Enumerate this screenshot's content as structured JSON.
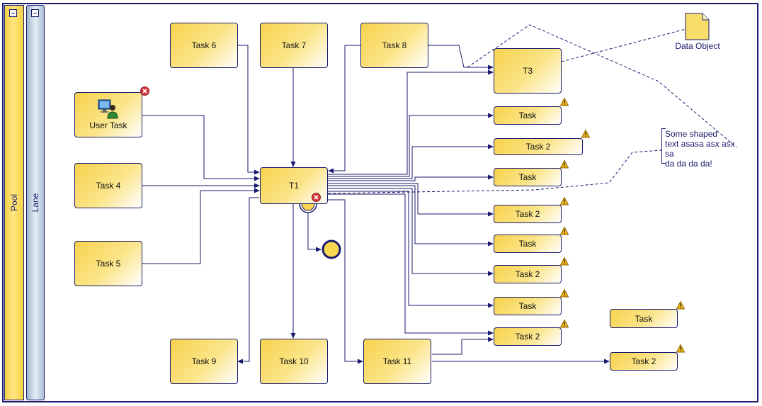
{
  "pool": {
    "label": "Pool"
  },
  "lane": {
    "label": "Lane"
  },
  "tasks": {
    "task6": "Task 6",
    "task7": "Task 7",
    "task8": "Task 8",
    "t3": "T3",
    "user_task": "User Task",
    "task4": "Task 4",
    "task5": "Task 5",
    "t1": "T1",
    "task9": "Task 9",
    "task10": "Task 10",
    "task11": "Task 11",
    "r_task_a": "Task",
    "r_task2_a": "Task 2",
    "r_task_b": "Task",
    "r_task2_b": "Task 2",
    "r_task_c": "Task",
    "r_task2_c": "Task 2",
    "r_task_d": "Task",
    "r_task2_d": "Task 2",
    "far_task": "Task",
    "far_task2": "Task 2"
  },
  "data_object": {
    "label": "Data Object"
  },
  "annotation": {
    "lines": [
      "Some shaped",
      "text asasa asx asx sa",
      "da da da da!"
    ]
  },
  "icons": {
    "warning": "warning-icon",
    "error": "error-icon",
    "user": "user-computer-icon",
    "collapse": "collapse-icon"
  },
  "colors": {
    "stroke": "#1a1a6e",
    "task_fill": "#f7d24c",
    "event_fill": "#f6cf3a",
    "error": "#d9363e",
    "warning": "#f2b413"
  }
}
